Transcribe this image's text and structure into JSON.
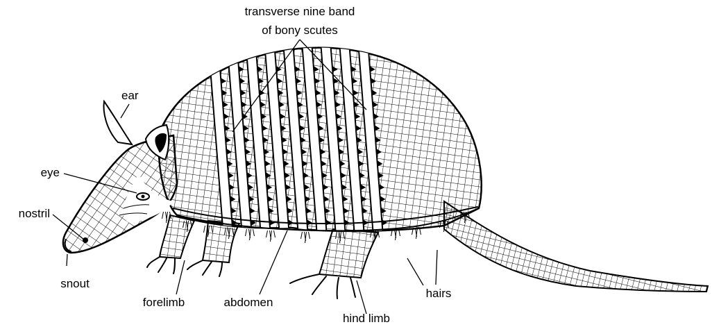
{
  "labels": {
    "bands": "transverse nine band",
    "bands2": "of bony scutes",
    "ear": "ear",
    "eye": "eye",
    "nostril": "nostril",
    "snout": "snout",
    "forelimb": "forelimb",
    "abdomen": "abdomen",
    "hind_limb": "hind limb",
    "hairs": "hairs"
  },
  "colors": {
    "ink": "#000000",
    "paper": "#ffffff"
  }
}
